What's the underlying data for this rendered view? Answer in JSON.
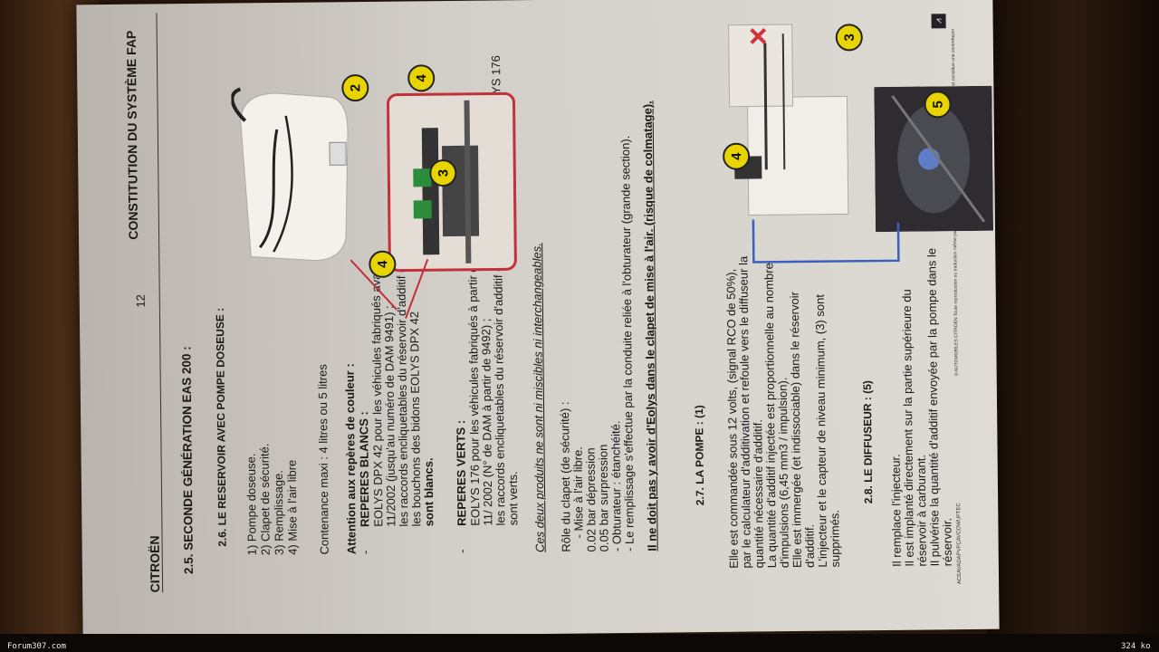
{
  "header": {
    "brand": "CITROËN",
    "page_number": "12",
    "title": "CONSTITUTION DU SYSTÈME FAP"
  },
  "section_2_5": {
    "title": "2.5. SECONDE GÉNÉRATION EAS 200 :"
  },
  "section_2_6": {
    "title": "2.6. LE RESERVOIR AVEC POMPE DOSEUSE :",
    "items": [
      "1)  Pompe doseuse.",
      "2)  Clapet de sécurité.",
      "3)  Remplissage.",
      "4)  Mise à l'air libre"
    ],
    "contenance": "Contenance maxi : 4 litres ou 5 litres",
    "attention": "Attention aux repères de couleur :",
    "blancs_title": "REPERES BLANCS :",
    "blancs_lines": [
      "EOLYS DPX 42 pour les véhicules fabriqués avant",
      "11/2002 (jusqu'au numéro de DAM 9491) ;",
      "les raccords encliquetables du réservoir d'additif et",
      "les bouchons des bidons EOLYS DPX 42",
      "sont blancs."
    ],
    "verts_title": "REPERES VERTS :",
    "verts_lines": [
      "EOLYS 176 pour les véhicules fabriqués à partir de",
      "11/ 2002 (N° de DAM à partir de 9492) ;",
      "les raccords encliquetables du réservoir d'additif et les bouchons des bidons d'EOLYS 176",
      "sont verts."
    ],
    "warning_mix": "Ces deux produits ne sont ni miscibles ni interchangeables.",
    "clapet_role": "Rôle du clapet (de sécurité) :",
    "clapet_lines": [
      "-    Mise à l'air libre.",
      "0.02 bar dépression",
      "0.05 bar surpression",
      "-    Obturateur : étanchéité.",
      "-    Le remplissage s'effectue par la conduite reliée à l'obturateur (grande section)."
    ],
    "warning_eolys": "Il ne doit pas y avoir d'Eolys dans le clapet de mise à l'air. (risque de colmatage)."
  },
  "section_2_7": {
    "title": "2.7. LA POMPE : (1)",
    "lines": [
      "Elle est commandée sous 12 volts, (signal RCO de 50%),",
      "par le calculateur d'additivation et refoule vers le diffuseur la",
      "quantité nécessaire d'additif.",
      "La quantité d'additif injectée est proportionnelle au nombre",
      "d'impulsions (6,45 mm3 / impulsion).",
      "Elle est immergée (et indissociable) dans le réservoir",
      "d'additif.",
      "L'injecteur et le capteur de niveau minimum, (3) sont",
      "supprimés."
    ]
  },
  "section_2_8": {
    "title": "2.8. LE DIFFUSEUR : (5)",
    "lines": [
      "Il remplace l'injecteur.",
      "Il est implanté directement sur la partie supérieure du",
      "réservoir à carburant.",
      "Il pulvérise la quantité d'additif envoyée par la pompe dans le",
      "réservoir."
    ]
  },
  "callouts": {
    "c1": "4",
    "c2": "2",
    "c3": "3",
    "c4": "4",
    "c5": "3",
    "c6": "4",
    "c7": "5"
  },
  "footer": {
    "code": "ACEAVADAPVFCAVCOWUFTEC",
    "copyright": "© AUTOMOBILES CITROËN Toute reproduction ou traduction même partielle sans l'autorisation écrite d'AUTOMOBILES CITROËN est interdite et constitue une contrefaçon"
  },
  "watermark": {
    "left": "Forum307.com",
    "right": "324 ko"
  },
  "colors": {
    "callout_yellow": "#e8d400",
    "frame_red": "#c2303a",
    "link_blue": "#3a5fc0",
    "paper": "#dedad4"
  }
}
